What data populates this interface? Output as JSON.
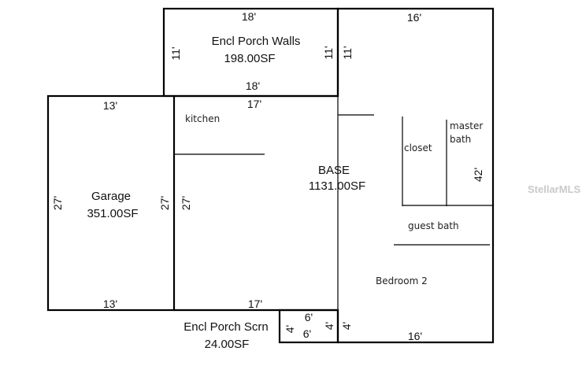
{
  "areas": {
    "porch_walls": {
      "name": "Encl Porch Walls",
      "sf": "198.00SF"
    },
    "garage": {
      "name": "Garage",
      "sf": "351.00SF"
    },
    "base": {
      "name": "BASE",
      "sf": "1131.00SF"
    },
    "porch_scrn": {
      "name": "Encl Porch Scrn",
      "sf": "24.00SF"
    }
  },
  "dims": {
    "porch_top": "18'",
    "porch_bottom": "18'",
    "porch_left": "11'",
    "porch_right": "11'",
    "base_top_right": "16'",
    "base_bottom_right": "16'",
    "base_right": "42'",
    "garage_top": "13'",
    "garage_bottom": "13'",
    "garage_left": "27'",
    "garage_right": "27'",
    "base_left": "27'",
    "base_top_left": "17'",
    "base_bottom_left": "17'",
    "scrn_top": "6'",
    "scrn_bottom": "6'",
    "scrn_left": "4'",
    "scrn_right": "4'",
    "base_right_lower": "4'"
  },
  "rooms": {
    "kitchen": "kitchen",
    "closet": "closet",
    "master_bath_1": "master",
    "master_bath_2": "bath",
    "guest_bath": "guest bath",
    "bedroom": "Bedroom 2"
  },
  "watermark": "StellarMLS"
}
